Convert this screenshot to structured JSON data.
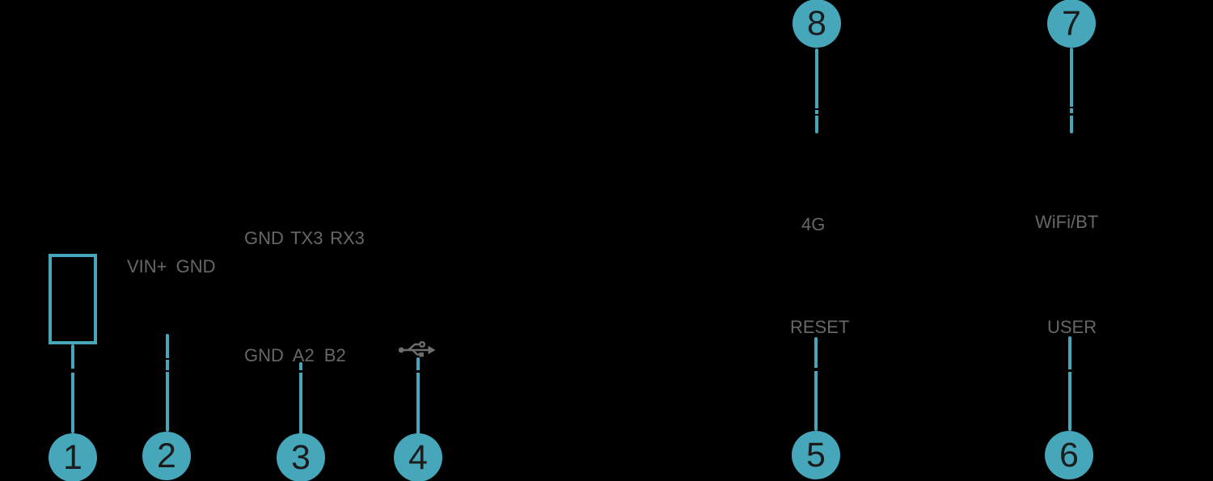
{
  "diagram": {
    "type": "hardware-pinout-callout-diagram",
    "background_color": "#000000",
    "accent_color": "#45a7b9",
    "label_color": "#676767",
    "number_color": "#1c1c1c"
  },
  "callouts": {
    "c1": "1",
    "c2": "2",
    "c3": "3",
    "c4": "4",
    "c5": "5",
    "c6": "6",
    "c7": "7",
    "c8": "8"
  },
  "labels": {
    "power_pins": "VIN+ GND",
    "uart3_pins": "GND TX3 RX3",
    "rs485_pins": "GND A2 B2",
    "antenna_4g": "4G",
    "antenna_wifi_bt": "WiFi/BT",
    "button_reset": "RESET",
    "button_user": "USER"
  },
  "icons": {
    "usb": "usb-icon"
  }
}
